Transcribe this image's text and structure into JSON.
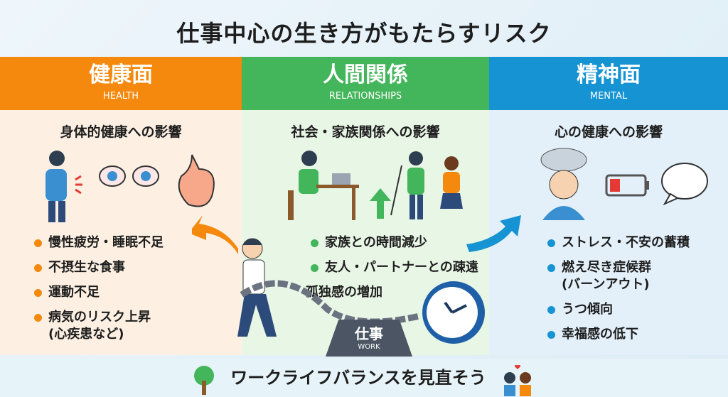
{
  "title": "仕事中心の生き方がもたらすリスク",
  "columns": [
    {
      "title": "健康面",
      "subtitle": "HEALTH",
      "heading": "身体的健康への影響",
      "color": "#f5890d",
      "items": [
        "慢性疲労・睡眠不足",
        "不摂生な食事",
        "運動不足",
        "病気のリスク上昇",
        "(心疾患など)"
      ]
    },
    {
      "title": "人間関係",
      "subtitle": "RELATIONSHIPS",
      "heading": "社会・家族関係への影響",
      "color": "#43b55a",
      "items": [
        "家族との時間減少",
        "友人・パートナーとの疎遠",
        "孤独感の増加"
      ]
    },
    {
      "title": "精神面",
      "subtitle": "MENTAL",
      "heading": "心の健康への影響",
      "color": "#1593d3",
      "items": [
        "ストレス・不安の蓄積",
        "燃え尽き症候群",
        "(バーンアウト)",
        "うつ傾向",
        "幸福感の低下"
      ]
    }
  ],
  "center": {
    "weight_label": "仕事",
    "weight_sub": "WORK"
  },
  "footer": {
    "text": "ワークライフバランスを見直そう"
  },
  "icons": [
    "back-pain-person",
    "tired-eyes",
    "stomach-ache",
    "person-at-desk",
    "arguing-couple",
    "stressed-person",
    "low-battery",
    "speech-bubble",
    "tree",
    "happy-couple",
    "chained-worker",
    "clock"
  ]
}
